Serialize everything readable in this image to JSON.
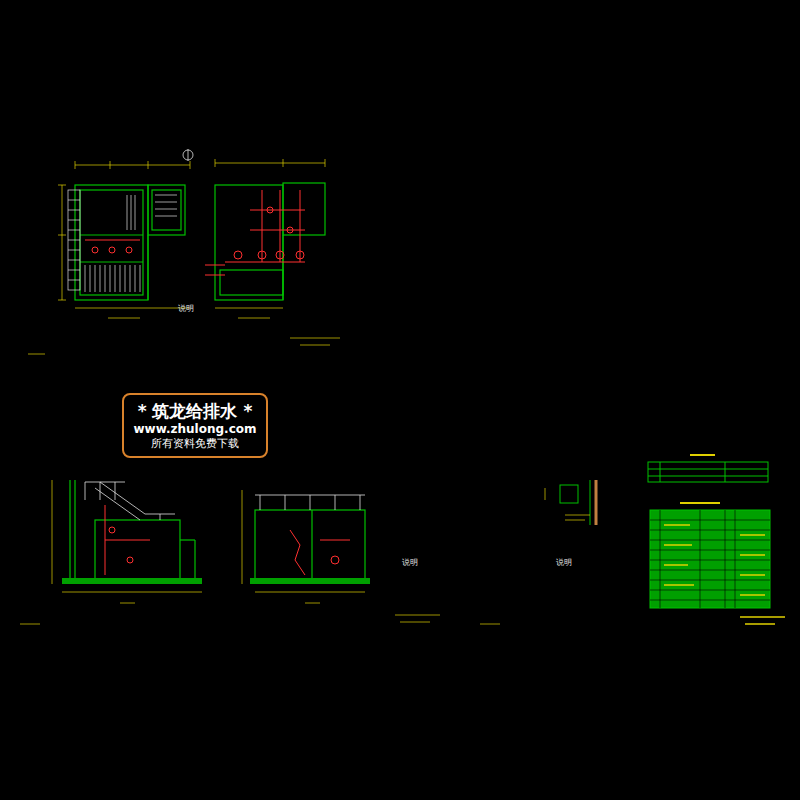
{
  "diagram": {
    "nodes": [
      {
        "text": [
          "* 筑龙给排水 *",
          "www.zhulong.com",
          "所有资料免费下载"
        ]
      }
    ],
    "labels": [
      "说明",
      "说明",
      "说明"
    ]
  }
}
